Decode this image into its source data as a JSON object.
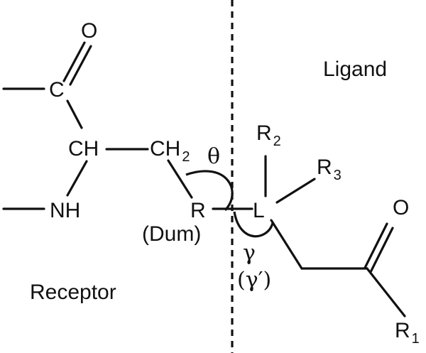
{
  "regions": {
    "ligand": "Ligand",
    "receptor": "Receptor"
  },
  "atoms": {
    "oxygen_receptor": "O",
    "carbon": "C",
    "ch": "CH",
    "ch2": "CH",
    "ch2_sub": "2",
    "nh": "NH",
    "r": "R",
    "dum": "(Dum)",
    "l": "L",
    "r2": "R",
    "r2_sub": "2",
    "r3": "R",
    "r3_sub": "3",
    "oxygen_ligand": "O",
    "r1": "R",
    "r1_sub": "1"
  },
  "angles": {
    "theta": "θ",
    "gamma": "γ",
    "gamma_prime": "(γ′)"
  }
}
